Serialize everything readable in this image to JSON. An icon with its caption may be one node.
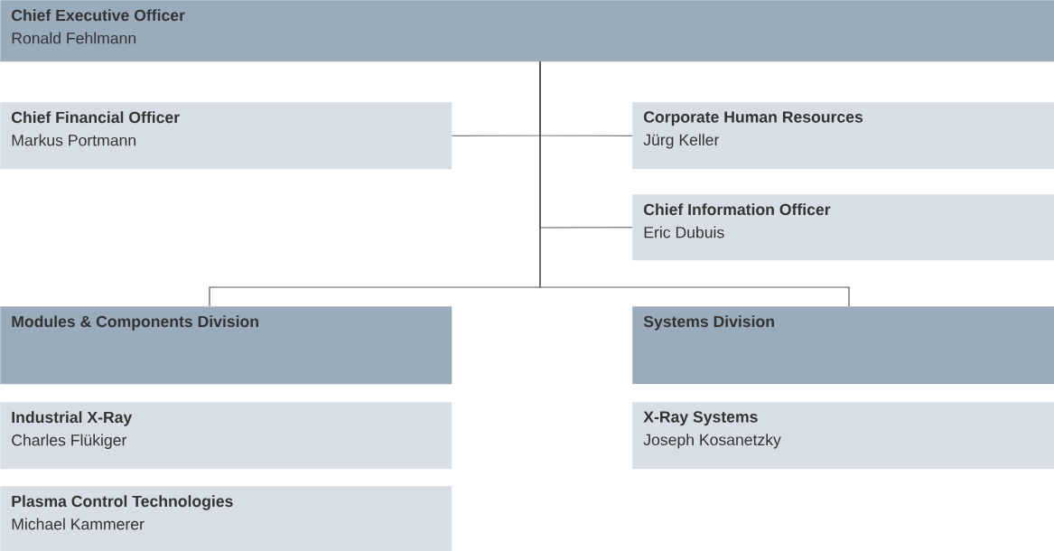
{
  "diagram": {
    "nodes": [
      {
        "text": [
          "Chief Executive Officer",
          "Ronald Fehlmann"
        ]
      },
      {
        "text": [
          "Chief Financial Officer",
          "Markus Portmann"
        ]
      },
      {
        "text": [
          "Corporate Human Resources",
          "Jürg Keller"
        ]
      },
      {
        "text": [
          "Chief Information Officer",
          "Eric Dubuis"
        ]
      },
      {
        "text": [
          "Modules & Components Division"
        ]
      },
      {
        "text": [
          "Systems Division"
        ]
      },
      {
        "text": [
          "Industrial X-Ray",
          "Charles Flükiger"
        ]
      },
      {
        "text": [
          "Plasma Control Technologies",
          "Michael Kammerer"
        ]
      },
      {
        "text": [
          "X-Ray Systems",
          "Joseph Kosanetzky"
        ]
      }
    ],
    "edges": [
      {
        "from": 0,
        "to": 1,
        "arrow": "none"
      },
      {
        "from": 0,
        "to": 2,
        "arrow": "none"
      },
      {
        "from": 0,
        "to": 3,
        "arrow": "none"
      },
      {
        "from": 0,
        "to": 4,
        "arrow": "none"
      },
      {
        "from": 0,
        "to": 5,
        "arrow": "none"
      }
    ]
  }
}
